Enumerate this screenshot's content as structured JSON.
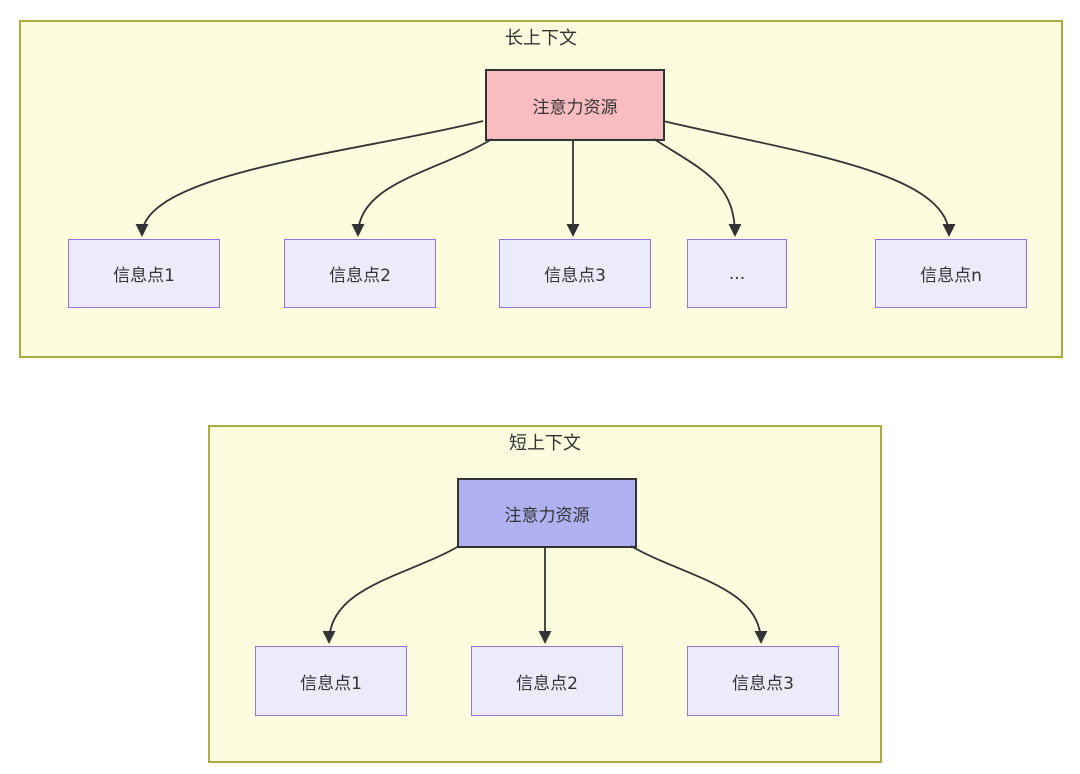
{
  "diagram": {
    "long_context": {
      "title": "长上下文",
      "attention_label": "注意力资源",
      "attention_color": "#f8bcc1",
      "info_boxes": [
        {
          "label": "信息点1"
        },
        {
          "label": "信息点2"
        },
        {
          "label": "信息点3"
        },
        {
          "label": "..."
        },
        {
          "label": "信息点n"
        }
      ]
    },
    "short_context": {
      "title": "短上下文",
      "attention_label": "注意力资源",
      "attention_color": "#afb1f1",
      "info_boxes": [
        {
          "label": "信息点1"
        },
        {
          "label": "信息点2"
        },
        {
          "label": "信息点3"
        }
      ]
    },
    "colors": {
      "background": "#ffffff",
      "container_fill": "#fcfcdf",
      "container_border": "#abab43",
      "info_node_fill": "#ebebfb",
      "info_node_border": "#9673db",
      "attention_border": "#333333",
      "arrow": "#333333",
      "text": "#333333"
    }
  }
}
